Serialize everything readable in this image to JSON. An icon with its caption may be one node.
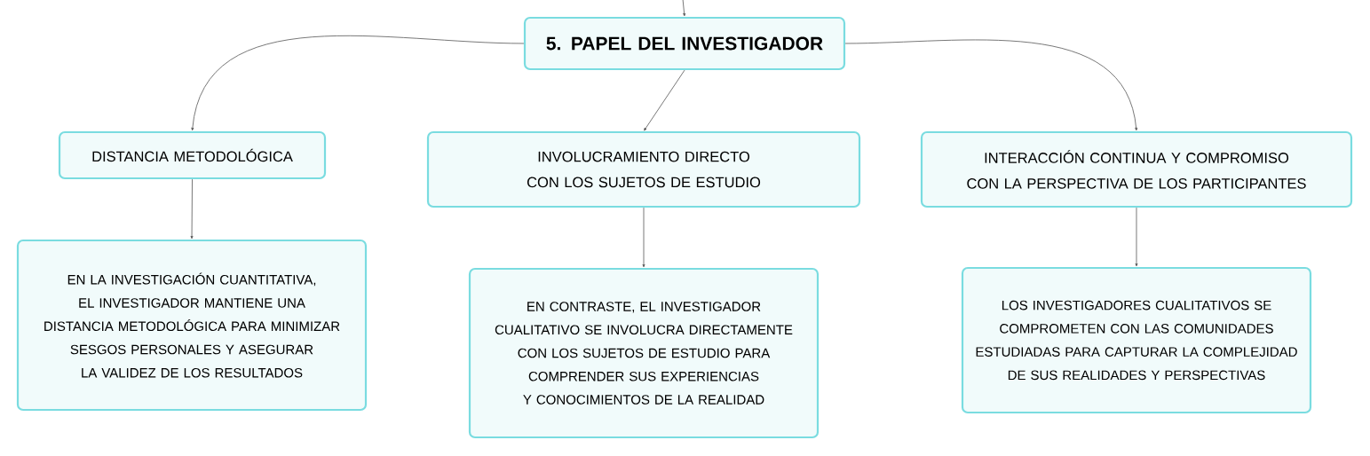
{
  "diagram": {
    "nodes": [
      {
        "text": [
          "5. PAPEL DEL INVESTIGADOR"
        ]
      },
      {
        "text": [
          "DISTANCIA METODOLÓGICA"
        ]
      },
      {
        "text": [
          "INVOLUCRAMIENTO DIRECTO CON LOS SUJETOS DE ESTUDIO"
        ]
      },
      {
        "text": [
          "INTERACCIÓN CONTINUA Y COMPROMISO CON LA PERSPECTIVA DE LOS PARTICIPANTES"
        ]
      },
      {
        "text": [
          "EN LA INVESTIGACIÓN CUANTITATIVA, EL INVESTIGADOR MANTIENE UNA DISTANCIA METODOLÓGICA PARA MINIMIZAR SESGOS PERSONALES Y ASEGURAR LA VALIDEZ DE LOS RESULTADOS"
        ]
      },
      {
        "text": [
          "EN CONTRASTE, EL INVESTIGADOR CUALITATIVO SE INVOLUCRA DIRECTAMENTE CON LOS SUJETOS DE ESTUDIO PARA COMPRENDER SUS EXPERIENCIAS Y CONOCIMIENTOS DE LA REALIDAD"
        ]
      },
      {
        "text": [
          "LOS INVESTIGADORES CUALITATIVOS SE COMPROMETEN CON LAS COMUNIDADES ESTUDIADAS PARA CAPTURAR LA COMPLEJIDAD DE SUS REALIDADES Y PERSPECTIVAS"
        ]
      }
    ],
    "edges": [
      {
        "from": null,
        "to": 0,
        "arrow": "to"
      },
      {
        "from": 0,
        "to": 1,
        "arrow": "to"
      },
      {
        "from": 0,
        "to": 2,
        "arrow": "to"
      },
      {
        "from": 0,
        "to": 3,
        "arrow": "to"
      },
      {
        "from": 1,
        "to": 4,
        "arrow": "to"
      },
      {
        "from": 2,
        "to": 5,
        "arrow": "to"
      },
      {
        "from": 3,
        "to": 6,
        "arrow": "to"
      }
    ]
  }
}
